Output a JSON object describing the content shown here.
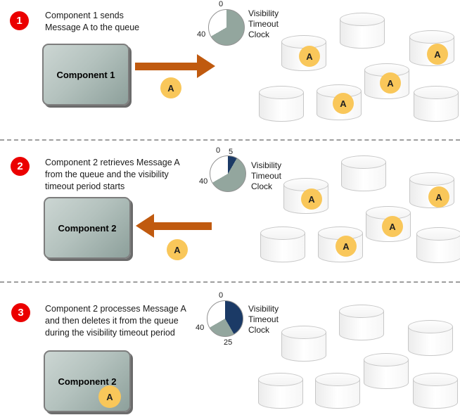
{
  "message": {
    "label": "A"
  },
  "clock_caption": "Visibility\nTimeout\nClock",
  "colors": {
    "step_badge_red": "#EB0000",
    "arrow_orange": "#C05A0F",
    "message_yellow": "#F9C75A",
    "clock_window_sage": "#93A69E",
    "clock_elapsed_navy": "#1B3A66",
    "component_gradient_start": "#CCD6D3",
    "component_gradient_end": "#8DA09B"
  },
  "steps": [
    {
      "number": "1",
      "description": "Component 1 sends\nMessage A to the queue",
      "component_label": "Component 1",
      "arrow_direction": "right",
      "clock": {
        "elapsed_seconds": 0,
        "timeout_seconds": 40
      },
      "ticks": {
        "start": "0",
        "timeout": "40"
      },
      "queue": {
        "cylinder_count": 7,
        "visible_message_count": 4
      }
    },
    {
      "number": "2",
      "description": "Component 2 retrieves Message A\nfrom the queue and the visibility\ntimeout period starts",
      "component_label": "Component 2",
      "arrow_direction": "left",
      "clock": {
        "elapsed_seconds": 5,
        "timeout_seconds": 40
      },
      "ticks": {
        "start": "0",
        "elapsed": "5",
        "timeout": "40"
      },
      "queue": {
        "cylinder_count": 7,
        "visible_message_count": 4
      }
    },
    {
      "number": "3",
      "description": "Component 2 processes Message A\nand then deletes it from the queue\nduring the visibility timeout period",
      "component_label": "Component 2",
      "arrow_direction": "none",
      "clock": {
        "elapsed_seconds": 25,
        "timeout_seconds": 40
      },
      "ticks": {
        "start": "0",
        "elapsed": "25",
        "timeout": "40"
      },
      "queue": {
        "cylinder_count": 7,
        "visible_message_count": 0
      }
    }
  ]
}
